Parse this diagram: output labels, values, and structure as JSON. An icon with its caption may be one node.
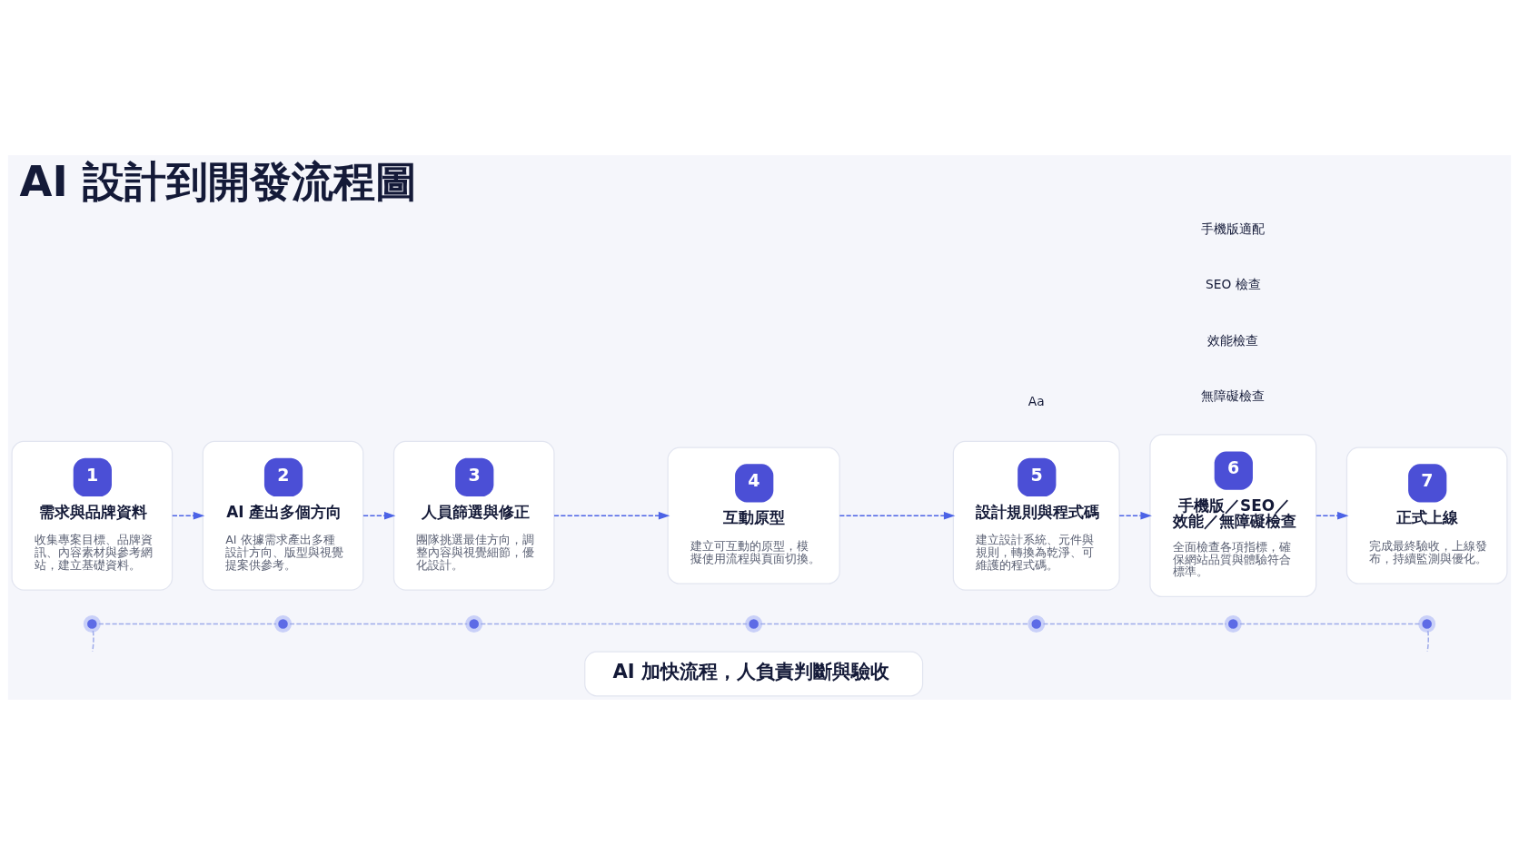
{
  "diagram": {
    "title": "AI 設計到開發流程圖",
    "nodes": [
      {
        "text": [
          "1",
          "需求與品牌資料",
          "收集專案目標、品牌資訊、內容素材與參考網站，建立基礎資料。"
        ]
      },
      {
        "text": [
          "2",
          "AI 產出多個方向",
          "AI 依據需求產出多種設計方向、版型與視覺提案供參考。"
        ]
      },
      {
        "text": [
          "3",
          "人員篩選與修正",
          "團隊挑選最佳方向，調整內容與視覺細節，優化設計。"
        ]
      },
      {
        "text": [
          "4",
          "互動原型",
          "建立可互動的原型，模擬使用流程與頁面切換。"
        ]
      },
      {
        "text": [
          "5",
          "設計規則與程式碼",
          "建立設計系統、元件與規則，轉換為乾淨、可維護的程式碼。"
        ]
      },
      {
        "text": [
          "6",
          "手機版／SEO／效能／無障礙檢查",
          "全面檢查各項指標，確保網站品質與體驗符合標準。"
        ]
      },
      {
        "text": [
          "7",
          "正式上線",
          "完成最終驗收，上線發布，持續監測與優化。"
        ]
      },
      {
        "text": [],
        "shape": "circle"
      },
      {
        "text": [],
        "shape": "circle"
      },
      {
        "text": [],
        "shape": "circle"
      },
      {
        "text": [],
        "shape": "circle"
      },
      {
        "text": [],
        "shape": "circle"
      },
      {
        "text": [],
        "shape": "circle"
      },
      {
        "text": [],
        "shape": "circle"
      },
      {
        "text": [
          "AI 加快流程，人負責判斷與驗收"
        ]
      }
    ],
    "edges": [
      {
        "from": 0,
        "to": 1,
        "arrow": "to",
        "style": "dashed",
        "color": "#4c63e6"
      },
      {
        "from": 1,
        "to": 2,
        "arrow": "to",
        "style": "dashed",
        "color": "#4c63e6"
      },
      {
        "from": 2,
        "to": 3,
        "arrow": "to",
        "style": "dashed",
        "color": "#4c63e6"
      },
      {
        "from": 3,
        "to": 4,
        "arrow": "to",
        "style": "dashed",
        "color": "#4c63e6"
      },
      {
        "from": 4,
        "to": 5,
        "arrow": "to",
        "style": "dashed",
        "color": "#4c63e6"
      },
      {
        "from": 5,
        "to": 6,
        "arrow": "to",
        "style": "dashed",
        "color": "#4c63e6"
      },
      {
        "from": 7,
        "to": 8,
        "arrow": "none",
        "style": "dashed"
      },
      {
        "from": 8,
        "to": 9,
        "arrow": "none",
        "style": "dashed"
      },
      {
        "from": 9,
        "to": 10,
        "arrow": "none",
        "style": "dashed"
      },
      {
        "from": 10,
        "to": 11,
        "arrow": "none",
        "style": "dashed"
      },
      {
        "from": 11,
        "to": 12,
        "arrow": "none",
        "style": "dashed"
      },
      {
        "from": 12,
        "to": 13,
        "arrow": "none",
        "style": "dashed"
      },
      {
        "from": 7,
        "to": null,
        "arrow": "none",
        "style": "dashed"
      },
      {
        "from": 13,
        "to": null,
        "arrow": "none",
        "style": "dashed"
      }
    ],
    "labels": [
      "Aa",
      "手機版適配",
      "SEO 檢查",
      "效能檢查",
      "無障礙檢查"
    ]
  }
}
